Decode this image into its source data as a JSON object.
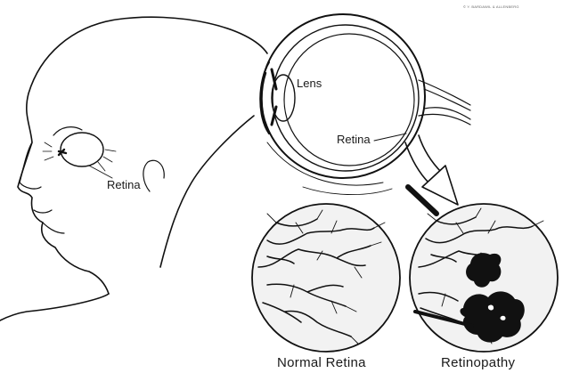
{
  "diagram": {
    "labels": {
      "lens": "Lens",
      "retina_eye": "Retina",
      "retina_face": "Retina",
      "normal_caption": "Normal Retina",
      "retinopathy_caption": "Retinopathy"
    },
    "credit": "© Y. BARDAWIL & ALLENBERG"
  }
}
